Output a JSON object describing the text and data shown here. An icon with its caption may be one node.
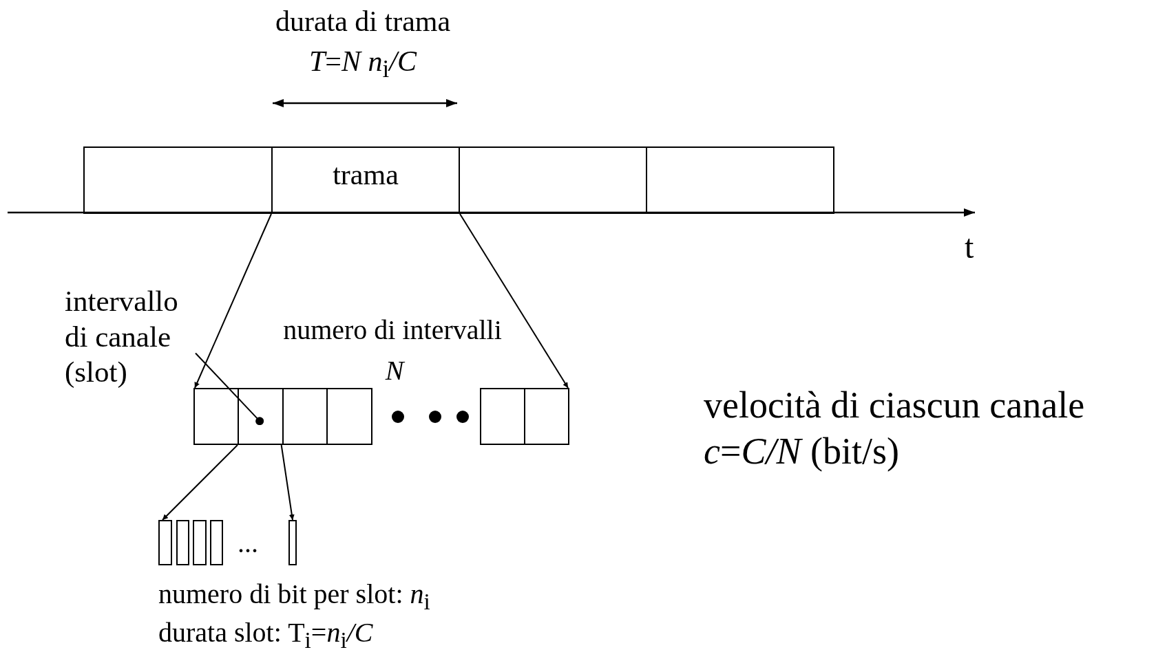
{
  "diagram": {
    "nodes": [
      {
        "text": [],
        "shape": "box"
      },
      {
        "text": [
          "trama"
        ]
      },
      {
        "text": [],
        "shape": "box"
      },
      {
        "text": [],
        "shape": "box"
      },
      {
        "text": [],
        "shape": "box"
      },
      {
        "text": [],
        "shape": "box"
      },
      {
        "text": [],
        "shape": "box"
      },
      {
        "text": [],
        "shape": "box"
      },
      {
        "text": [],
        "shape": "box"
      },
      {
        "text": [],
        "shape": "box"
      },
      {
        "text": [],
        "shape": "box"
      },
      {
        "text": [],
        "shape": "box"
      },
      {
        "text": [],
        "shape": "box"
      },
      {
        "text": [],
        "shape": "box"
      },
      {
        "text": [],
        "shape": "box"
      },
      {
        "text": [
          "intervallo di canale (slot)"
        ]
      }
    ],
    "edges": [
      {
        "from": 1,
        "to": 4,
        "arrow": "to"
      },
      {
        "from": 1,
        "to": 9,
        "arrow": "to"
      },
      {
        "from": 15,
        "to": 5,
        "arrow": "other"
      },
      {
        "from": 5,
        "to": 10,
        "arrow": "to"
      },
      {
        "from": 5,
        "to": 14,
        "arrow": "to"
      }
    ],
    "labels": [
      "durata di trama",
      "*T*=*N n*$_{i}$*/C*",
      "t",
      "numero di intervalli",
      "*N*",
      "...",
      "numero di bit per slot: *n*$_{i}$",
      "durata slot: T$_{i}$=*n*$_{i}$*/C*",
      "velocità di ciascun canale",
      "*c*=*C/N* (bit/s)"
    ]
  }
}
